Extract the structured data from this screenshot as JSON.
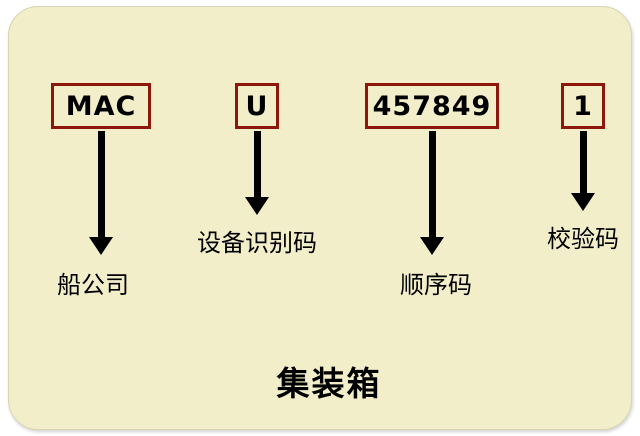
{
  "title": "集装箱",
  "boxes": [
    {
      "label": "MAC",
      "caption": "船公司"
    },
    {
      "label": "U",
      "caption": "设备识别码"
    },
    {
      "label": "457849",
      "caption": "顺序码"
    },
    {
      "label": "1",
      "caption": "校验码"
    }
  ],
  "colors": {
    "panel_background": "#f1eec9",
    "box_border": "#8e170b",
    "arrow": "#000000",
    "text": "#000000"
  }
}
